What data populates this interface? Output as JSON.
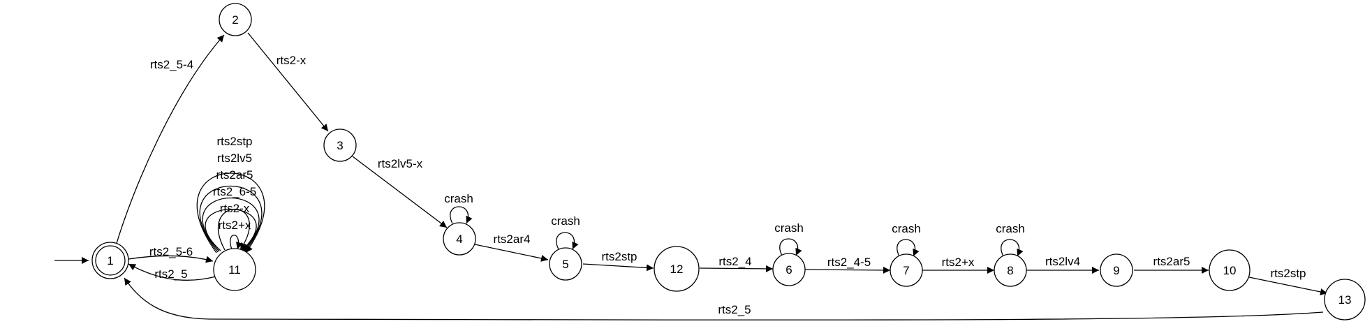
{
  "automaton": {
    "initial_state": "1",
    "accepting_states": [
      "1"
    ],
    "states": [
      "1",
      "2",
      "3",
      "4",
      "5",
      "6",
      "7",
      "8",
      "9",
      "10",
      "11",
      "12",
      "13"
    ],
    "transitions": [
      {
        "from": "1",
        "to": "2",
        "label": "rts2_5-4"
      },
      {
        "from": "2",
        "to": "3",
        "label": "rts2-x"
      },
      {
        "from": "3",
        "to": "4",
        "label": "rts2lv5-x"
      },
      {
        "from": "4",
        "to": "4",
        "label": "crash"
      },
      {
        "from": "4",
        "to": "5",
        "label": "rts2ar4"
      },
      {
        "from": "5",
        "to": "5",
        "label": "crash"
      },
      {
        "from": "5",
        "to": "12",
        "label": "rts2stp"
      },
      {
        "from": "12",
        "to": "6",
        "label": "rts2_4"
      },
      {
        "from": "6",
        "to": "6",
        "label": "crash"
      },
      {
        "from": "6",
        "to": "7",
        "label": "rts2_4-5"
      },
      {
        "from": "7",
        "to": "7",
        "label": "crash"
      },
      {
        "from": "7",
        "to": "8",
        "label": "rts2+x"
      },
      {
        "from": "8",
        "to": "8",
        "label": "crash"
      },
      {
        "from": "8",
        "to": "9",
        "label": "rts2lv4"
      },
      {
        "from": "9",
        "to": "10",
        "label": "rts2ar5"
      },
      {
        "from": "10",
        "to": "13",
        "label": "rts2stp"
      },
      {
        "from": "13",
        "to": "1",
        "label": "rts2_5"
      },
      {
        "from": "1",
        "to": "11",
        "label": "rts2_5-6"
      },
      {
        "from": "11",
        "to": "1",
        "label": "rts2_5"
      },
      {
        "from": "11",
        "to": "11",
        "label": "rts2stp"
      },
      {
        "from": "11",
        "to": "11",
        "label": "rts2lv5"
      },
      {
        "from": "11",
        "to": "11",
        "label": "rts2ar5"
      },
      {
        "from": "11",
        "to": "11",
        "label": "rts2_6-5"
      },
      {
        "from": "11",
        "to": "11",
        "label": "rts2-x"
      },
      {
        "from": "11",
        "to": "11",
        "label": "rts2+x"
      }
    ]
  }
}
